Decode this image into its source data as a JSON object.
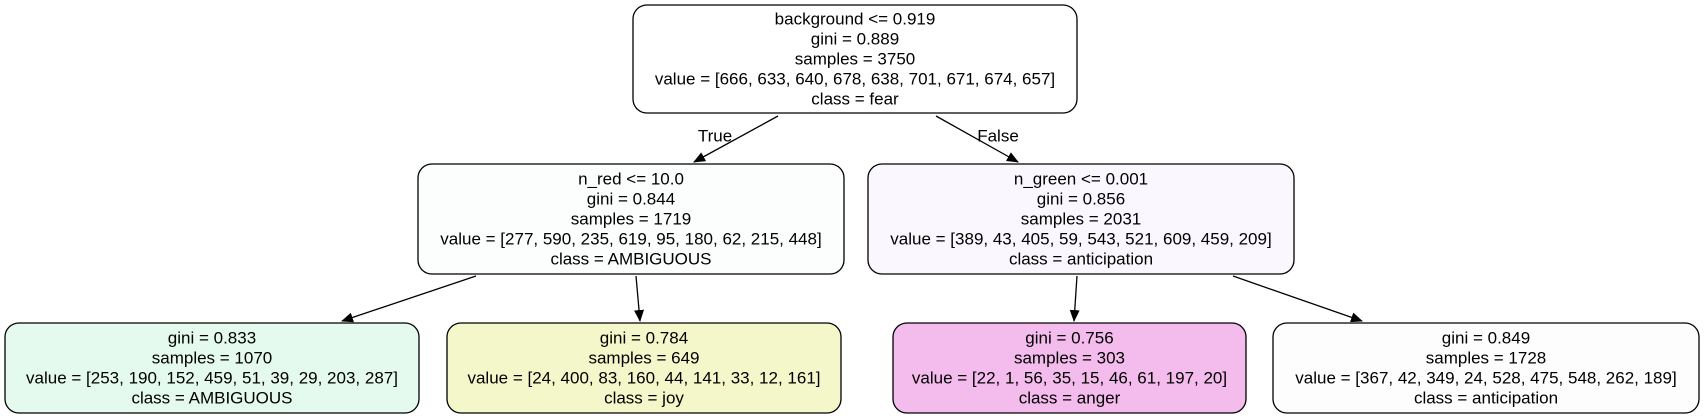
{
  "nodes": [
    {
      "id": "root",
      "lines": [
        "background <= 0.919",
        "gini = 0.889",
        "samples = 3750",
        "value = [666, 633, 640, 678, 638, 701, 671, 674, 657]",
        "class = fear"
      ],
      "fill": "#ffffff"
    },
    {
      "id": "left",
      "lines": [
        "n_red <= 10.0",
        "gini = 0.844",
        "samples = 1719",
        "value = [277, 590, 235, 619, 95, 180, 62, 215, 448]",
        "class = AMBIGUOUS"
      ],
      "fill": "#fbfefd"
    },
    {
      "id": "right",
      "lines": [
        "n_green <= 0.001",
        "gini = 0.856",
        "samples = 2031",
        "value = [389, 43, 405, 59, 543, 521, 609, 459, 209]",
        "class = anticipation"
      ],
      "fill": "#faf8fe"
    },
    {
      "id": "ll",
      "lines": [
        "gini = 0.833",
        "samples = 1070",
        "value = [253, 190, 152, 459, 51, 39, 29, 203, 287]",
        "class = AMBIGUOUS"
      ],
      "fill": "#e5faef"
    },
    {
      "id": "lr",
      "lines": [
        "gini = 0.784",
        "samples = 649",
        "value = [24, 400, 83, 160, 44, 141, 33, 12, 161]",
        "class = joy"
      ],
      "fill": "#f4f7c9"
    },
    {
      "id": "rl",
      "lines": [
        "gini = 0.756",
        "samples = 303",
        "value = [22, 1, 56, 35, 15, 46, 61, 197, 20]",
        "class = anger"
      ],
      "fill": "#f4bbed"
    },
    {
      "id": "rr",
      "lines": [
        "gini = 0.849",
        "samples = 1728",
        "value = [367, 42, 349, 24, 528, 475, 548, 262, 189]",
        "class = anticipation"
      ],
      "fill": "#fdfdfd"
    }
  ],
  "edges": [
    {
      "from": "root",
      "to": "left",
      "label": "True"
    },
    {
      "from": "root",
      "to": "right",
      "label": "False"
    },
    {
      "from": "left",
      "to": "ll",
      "label": ""
    },
    {
      "from": "left",
      "to": "lr",
      "label": ""
    },
    {
      "from": "right",
      "to": "rl",
      "label": ""
    },
    {
      "from": "right",
      "to": "rr",
      "label": ""
    }
  ]
}
